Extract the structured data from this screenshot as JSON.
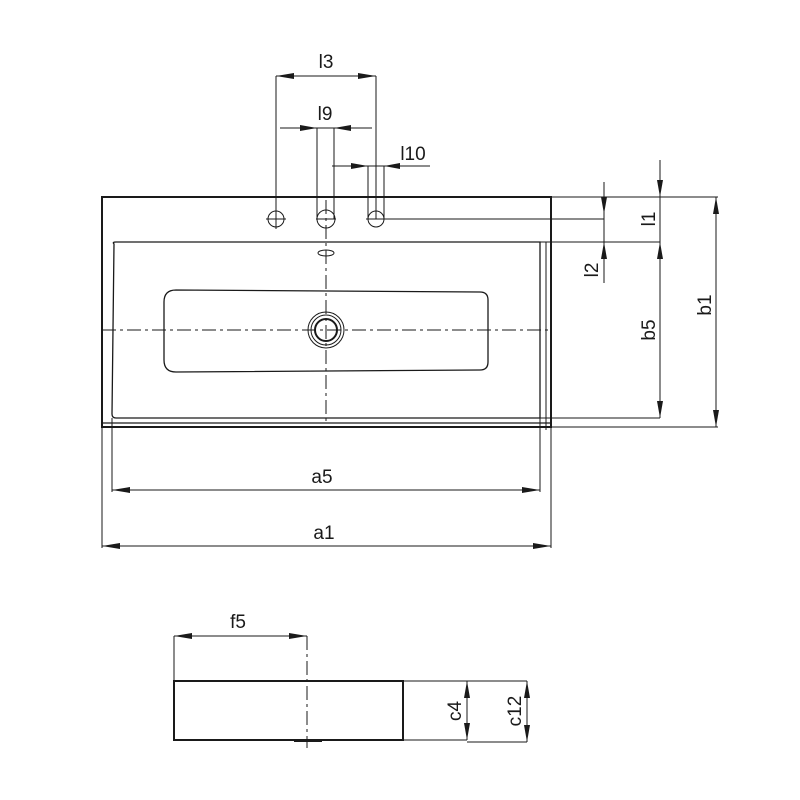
{
  "drawing": {
    "title": "Washbasin technical dimension drawing",
    "line_color": "#1a1a1a",
    "background": "#ffffff",
    "top_view": {
      "dimensions": {
        "l3": "l3",
        "l9": "l9",
        "l10": "l10",
        "l1": "l1",
        "l2": "l2",
        "b5": "b5",
        "b1": "b1",
        "a5": "a5",
        "a1": "a1"
      }
    },
    "side_view": {
      "dimensions": {
        "f5": "f5",
        "c4": "c4",
        "c12": "c12"
      }
    }
  }
}
